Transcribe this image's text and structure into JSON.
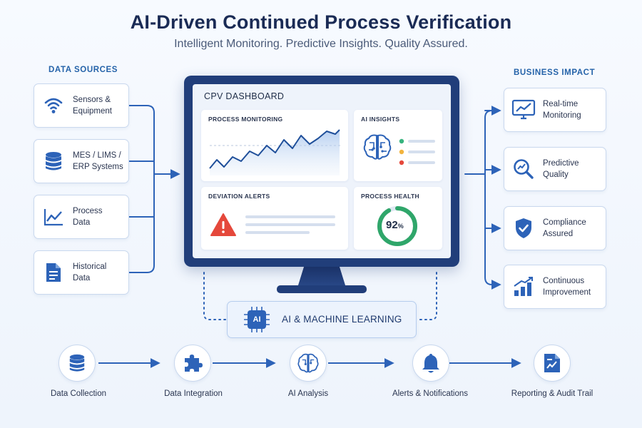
{
  "header": {
    "title": "AI-Driven Continued Process Verification",
    "subtitle": "Intelligent Monitoring. Predictive Insights. Quality Assured."
  },
  "data_sources": {
    "label": "DATA SOURCES",
    "items": [
      {
        "label": "Sensors &\nEquipment",
        "icon": "wifi-icon"
      },
      {
        "label": "MES / LIMS /\nERP Systems",
        "icon": "database-icon"
      },
      {
        "label": "Process\nData",
        "icon": "line-chart-icon"
      },
      {
        "label": "Historical\nData",
        "icon": "document-icon"
      }
    ]
  },
  "business_impact": {
    "label": "BUSINESS IMPACT",
    "items": [
      {
        "label": "Real-time\nMonitoring",
        "icon": "monitor-chart-icon"
      },
      {
        "label": "Predictive\nQuality",
        "icon": "magnifier-trend-icon"
      },
      {
        "label": "Compliance\nAssured",
        "icon": "shield-check-icon"
      },
      {
        "label": "Continuous\nImprovement",
        "icon": "bar-growth-icon"
      }
    ]
  },
  "dashboard": {
    "title": "CPV DASHBOARD",
    "process_monitoring": "PROCESS MONITORING",
    "ai_insights": "AI INSIGHTS",
    "deviation_alerts": "DEVIATION ALERTS",
    "process_health": "PROCESS HEALTH",
    "health_value": "92",
    "health_unit": "%",
    "health_fraction": 0.92
  },
  "ai_ml": {
    "chip": "AI",
    "label": "AI & MACHINE LEARNING"
  },
  "process_flow": [
    {
      "label": "Data Collection",
      "icon": "database-icon"
    },
    {
      "label": "Data Integration",
      "icon": "puzzle-icon"
    },
    {
      "label": "AI Analysis",
      "icon": "brain-icon"
    },
    {
      "label": "Alerts & Notifications",
      "icon": "bell-icon"
    },
    {
      "label": "Reporting & Audit Trail",
      "icon": "report-icon"
    }
  ],
  "colors": {
    "primary": "#2d63b8",
    "navy": "#213e7a",
    "alert_red": "#e5483b",
    "health_green": "#2fa66a",
    "insight_green": "#36b37e",
    "insight_yellow": "#f2b33d",
    "insight_red": "#e5483b"
  }
}
